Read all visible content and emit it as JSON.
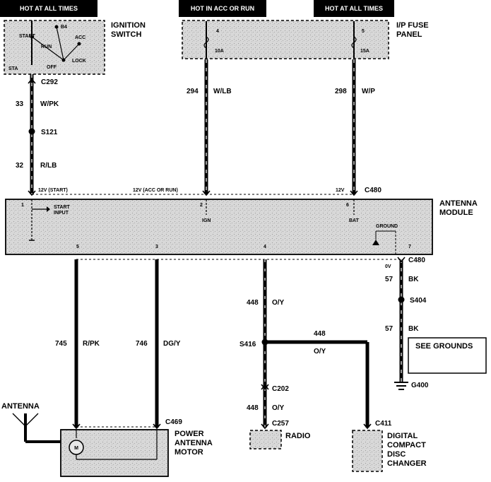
{
  "headers": {
    "hot_at_all_times_1": "HOT AT ALL TIMES",
    "hot_in_acc_or_run": "HOT IN ACC OR RUN",
    "hot_at_all_times_2": "HOT AT ALL TIMES"
  },
  "ignition_switch": {
    "name_line1": "IGNITION",
    "name_line2": "SWITCH",
    "positions": {
      "start": "START",
      "acc": "ACC",
      "run": "RUN",
      "lock": "LOCK",
      "off": "OFF",
      "sta": "STA",
      "b4": "B4"
    }
  },
  "fuse_panel": {
    "name_line1": "I/P FUSE",
    "name_line2": "PANEL",
    "fuse_left_id": "4",
    "fuse_left_rating": "10A",
    "fuse_right_id": "5",
    "fuse_right_rating": "15A"
  },
  "connectors": {
    "c292": "C292",
    "s121": "S121",
    "c480_top": "C480",
    "c480_right": "C480",
    "s404": "S404",
    "s416": "S416",
    "c202": "C202",
    "c257": "C257",
    "c411": "C411",
    "c469": "C469",
    "g400": "G400"
  },
  "wires": {
    "w33": {
      "num": "33",
      "color": "W/PK"
    },
    "w32": {
      "num": "32",
      "color": "R/LB"
    },
    "w294": {
      "num": "294",
      "color": "W/LB"
    },
    "w298": {
      "num": "298",
      "color": "W/P"
    },
    "w57a": {
      "num": "57",
      "color": "BK"
    },
    "w57b": {
      "num": "57",
      "color": "BK"
    },
    "w448a": {
      "num": "448",
      "color": "O/Y"
    },
    "w448b": {
      "num": "448",
      "color": "O/Y"
    },
    "w448c": {
      "num": "448",
      "color": "O/Y"
    },
    "w745": {
      "num": "745",
      "color": "R/PK"
    },
    "w746": {
      "num": "746",
      "color": "DG/Y"
    }
  },
  "antenna_module": {
    "name_line1": "ANTENNA",
    "name_line2": "MODULE",
    "label_12v_start": "12V (START)",
    "label_12v_acc_run": "12V (ACC OR RUN)",
    "label_12v": "12V",
    "label_0v": "0V",
    "pin1": "1",
    "pin2": "2",
    "pin3": "3",
    "pin4": "4",
    "pin5": "5",
    "pin6": "6",
    "pin7": "7",
    "start_line1": "START",
    "start_line2": "INPUT",
    "ign": "IGN",
    "bat": "BAT",
    "ground": "GROUND"
  },
  "see_grounds": "SEE GROUNDS",
  "radio": "RADIO",
  "cd_changer": {
    "line1": "DIGITAL",
    "line2": "COMPACT",
    "line3": "DISC",
    "line4": "CHANGER"
  },
  "antenna_label": "ANTENNA",
  "power_antenna_motor": {
    "line1": "POWER",
    "line2": "ANTENNA",
    "line3": "MOTOR",
    "motor_symbol": "M"
  }
}
